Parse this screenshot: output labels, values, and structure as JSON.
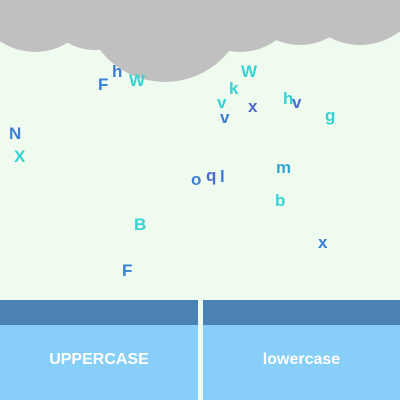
{
  "colors": {
    "sky": "#f0fbef",
    "cloud": "#c0c0c0",
    "bin_lid": "#4a82b4",
    "bin_body": "#87cef9",
    "bin_text": "#ffffff",
    "letter_blue": "#3a7fd6",
    "letter_teal": "#35d3d3",
    "letter_indigo": "#4c6ad1"
  },
  "bins": {
    "uppercase_label": "UPPERCASE",
    "lowercase_label": "lowercase"
  },
  "letters": [
    {
      "char": "h",
      "color": "#3a7fd6"
    },
    {
      "char": "W",
      "color": "#35d3d3"
    },
    {
      "char": "F",
      "color": "#3a7fd6"
    },
    {
      "char": "W",
      "color": "#35d3d3"
    },
    {
      "char": "k",
      "color": "#35d3d3"
    },
    {
      "char": "v",
      "color": "#35d3d3"
    },
    {
      "char": "x",
      "color": "#4c6ad1"
    },
    {
      "char": "v",
      "color": "#3a7fd6"
    },
    {
      "char": "h",
      "color": "#35d3d3"
    },
    {
      "char": "v",
      "color": "#4c6ad1"
    },
    {
      "char": "g",
      "color": "#35d3d3"
    },
    {
      "char": "N",
      "color": "#3a7fd6"
    },
    {
      "char": "X",
      "color": "#35d3d3"
    },
    {
      "char": "o",
      "color": "#3a7fd6"
    },
    {
      "char": "q",
      "color": "#4c6ad1"
    },
    {
      "char": "l",
      "color": "#3a7fd6"
    },
    {
      "char": "m",
      "color": "#35a6d3"
    },
    {
      "char": "b",
      "color": "#35d3d3"
    },
    {
      "char": "B",
      "color": "#35d3d3"
    },
    {
      "char": "x",
      "color": "#3a7fd6"
    },
    {
      "char": "F",
      "color": "#3a7fd6"
    }
  ]
}
